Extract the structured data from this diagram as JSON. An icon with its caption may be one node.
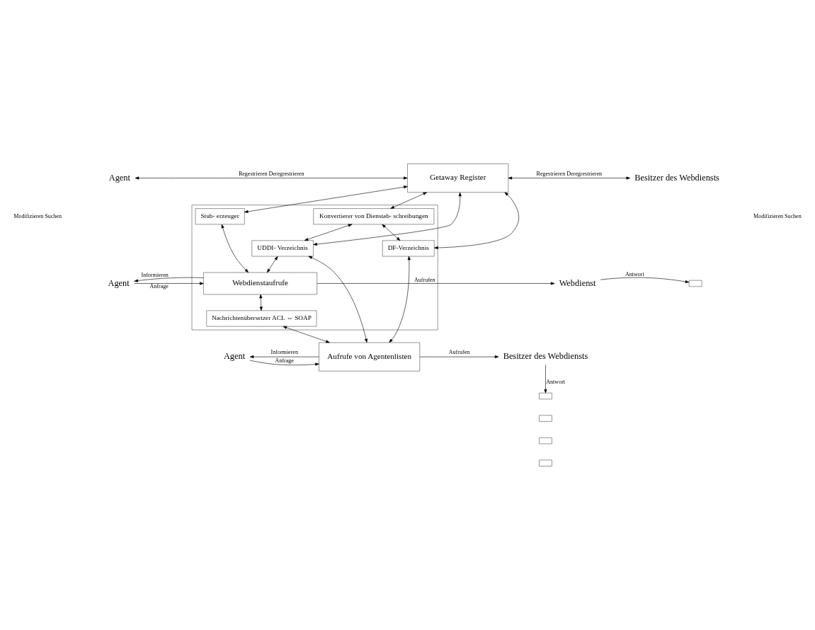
{
  "diagram": {
    "nodes": [
      {
        "text": [
          "Agent"
        ]
      },
      {
        "text": [
          "Getaway Register"
        ]
      },
      {
        "text": [
          "Besitzer des Webdiensts"
        ]
      },
      {
        "text": [],
        "shape": "box"
      },
      {
        "text": [
          "Konvertierer von Dienstab- schreibungen"
        ],
        "in": 3
      },
      {
        "text": [
          "Stub- erzeuger"
        ],
        "in": 3
      },
      {
        "text": [
          "DF-Verzeichnis"
        ],
        "in": 3
      },
      {
        "text": [
          "UDDI- Verzeichnis"
        ],
        "in": 3
      },
      {
        "text": [
          "Agent"
        ]
      },
      {
        "text": [
          "Webdienstaufrufe"
        ],
        "in": 3
      },
      {
        "text": [
          "Webdienst"
        ]
      },
      {
        "text": [],
        "shape": "box"
      },
      {
        "text": [
          "Nachrichtenübersetzer ACL ⇔ SOAP"
        ],
        "in": 3
      },
      {
        "text": [
          "Agent"
        ]
      },
      {
        "text": [
          "Aufrufe von Agentenlisten"
        ]
      },
      {
        "text": [
          "Besitzer des Webdiensts"
        ]
      },
      {
        "text": [],
        "shape": "box"
      },
      {
        "text": [],
        "shape": "box"
      },
      {
        "text": [],
        "shape": "box"
      },
      {
        "text": [],
        "shape": "box"
      }
    ],
    "edges": [
      {
        "from": 0,
        "to": 1,
        "arrow": "both",
        "label": "Regestrieren Deregrestrieren"
      },
      {
        "from": 1,
        "to": 2,
        "arrow": "both",
        "label": "Regestrieren Deregrestrieren"
      },
      {
        "from": 1,
        "to": 6,
        "arrow": "both"
      },
      {
        "from": 1,
        "to": 4,
        "arrow": "both"
      },
      {
        "from": 1,
        "to": 5,
        "arrow": "both"
      },
      {
        "from": 1,
        "to": 7,
        "arrow": "both"
      },
      {
        "from": 4,
        "to": 6,
        "arrow": "both"
      },
      {
        "from": 4,
        "to": 7,
        "arrow": "both"
      },
      {
        "from": 9,
        "to": 5,
        "arrow": "both"
      },
      {
        "from": 7,
        "to": 9,
        "arrow": "both"
      },
      {
        "from": 6,
        "to": 14,
        "arrow": "both"
      },
      {
        "from": 7,
        "to": 14,
        "arrow": "both"
      },
      {
        "from": 9,
        "to": 12,
        "arrow": "both"
      },
      {
        "from": 12,
        "to": 14,
        "arrow": "both"
      },
      {
        "from": 8,
        "to": 9,
        "arrow": "to",
        "label": "Anfrage"
      },
      {
        "from": 9,
        "to": 8,
        "arrow": "to",
        "label": "Informieren"
      },
      {
        "from": 9,
        "to": 10,
        "arrow": "to",
        "label": "Aufrufen"
      },
      {
        "from": 10,
        "to": 11,
        "arrow": "to",
        "label": "Antwort"
      },
      {
        "from": 13,
        "to": 14,
        "arrow": "to",
        "label": "Anfrage"
      },
      {
        "from": 14,
        "to": 13,
        "arrow": "to",
        "label": "Informieren"
      },
      {
        "from": 14,
        "to": 15,
        "arrow": "to",
        "label": "Aufrufen"
      },
      {
        "from": 15,
        "to": 16,
        "arrow": "to",
        "label": "Antwort"
      }
    ],
    "labels": [
      "Modifizieren Suchen",
      "Modifizieren Suchen"
    ]
  }
}
